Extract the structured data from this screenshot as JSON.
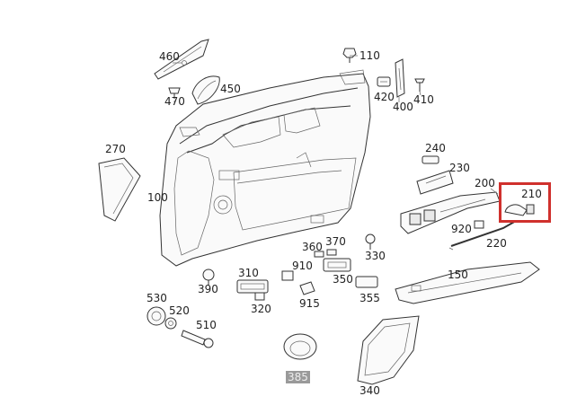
{
  "parts": [
    {
      "id": "460",
      "label": "460"
    },
    {
      "id": "470",
      "label": "470"
    },
    {
      "id": "450",
      "label": "450"
    },
    {
      "id": "110",
      "label": "110"
    },
    {
      "id": "420",
      "label": "420"
    },
    {
      "id": "410",
      "label": "410"
    },
    {
      "id": "400",
      "label": "400"
    },
    {
      "id": "270",
      "label": "270"
    },
    {
      "id": "100",
      "label": "100"
    },
    {
      "id": "240",
      "label": "240"
    },
    {
      "id": "230",
      "label": "230"
    },
    {
      "id": "200",
      "label": "200"
    },
    {
      "id": "210",
      "label": "210"
    },
    {
      "id": "920",
      "label": "920"
    },
    {
      "id": "220",
      "label": "220"
    },
    {
      "id": "360",
      "label": "360"
    },
    {
      "id": "370",
      "label": "370"
    },
    {
      "id": "330",
      "label": "330"
    },
    {
      "id": "910",
      "label": "910"
    },
    {
      "id": "310",
      "label": "310"
    },
    {
      "id": "350",
      "label": "350"
    },
    {
      "id": "150",
      "label": "150"
    },
    {
      "id": "390",
      "label": "390"
    },
    {
      "id": "320",
      "label": "320"
    },
    {
      "id": "915",
      "label": "915"
    },
    {
      "id": "355",
      "label": "355"
    },
    {
      "id": "530",
      "label": "530"
    },
    {
      "id": "520",
      "label": "520"
    },
    {
      "id": "510",
      "label": "510"
    },
    {
      "id": "385",
      "label": "385"
    },
    {
      "id": "340",
      "label": "340"
    }
  ],
  "selected_part": "210",
  "highlighted_part": "385",
  "colors": {
    "selection": "#d0312d",
    "highlight_bg": "#9a9a9a",
    "line": "#333333"
  }
}
